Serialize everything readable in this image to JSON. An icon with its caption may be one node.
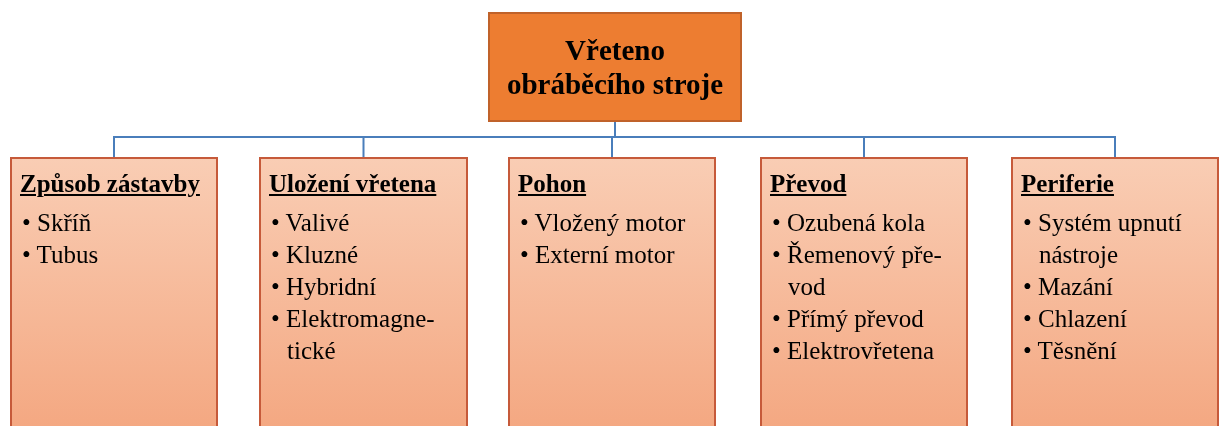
{
  "diagram": {
    "nodes": [
      {
        "text": [
          "Vřeteno obráběcího stroje"
        ]
      },
      {
        "text": [
          "Způsob zástavby",
          "• Skříň",
          "• Tubus"
        ]
      },
      {
        "text": [
          "Uložení vřetena",
          "• Valivé",
          "• Kluzné",
          "• Hybridní",
          "• Elektromagne-tické"
        ]
      },
      {
        "text": [
          "Pohon",
          "• Vložený motor",
          "• Externí motor"
        ]
      },
      {
        "text": [
          "Převod",
          "• Ozubená kola",
          "• Řemenový pře-vod",
          "• Přímý převod",
          "• Elektrovřetena"
        ]
      },
      {
        "text": [
          "Periferie",
          "• Systém upnutí nástroje",
          "• Mazání",
          "• Chlazení",
          "• Těsnění"
        ]
      }
    ],
    "edges": [
      {
        "from": 0,
        "to": 1,
        "arrow": "none"
      },
      {
        "from": 0,
        "to": 2,
        "arrow": "none"
      },
      {
        "from": 0,
        "to": 3,
        "arrow": "none"
      },
      {
        "from": 0,
        "to": 4,
        "arrow": "none"
      },
      {
        "from": 0,
        "to": 5,
        "arrow": "none"
      }
    ]
  }
}
